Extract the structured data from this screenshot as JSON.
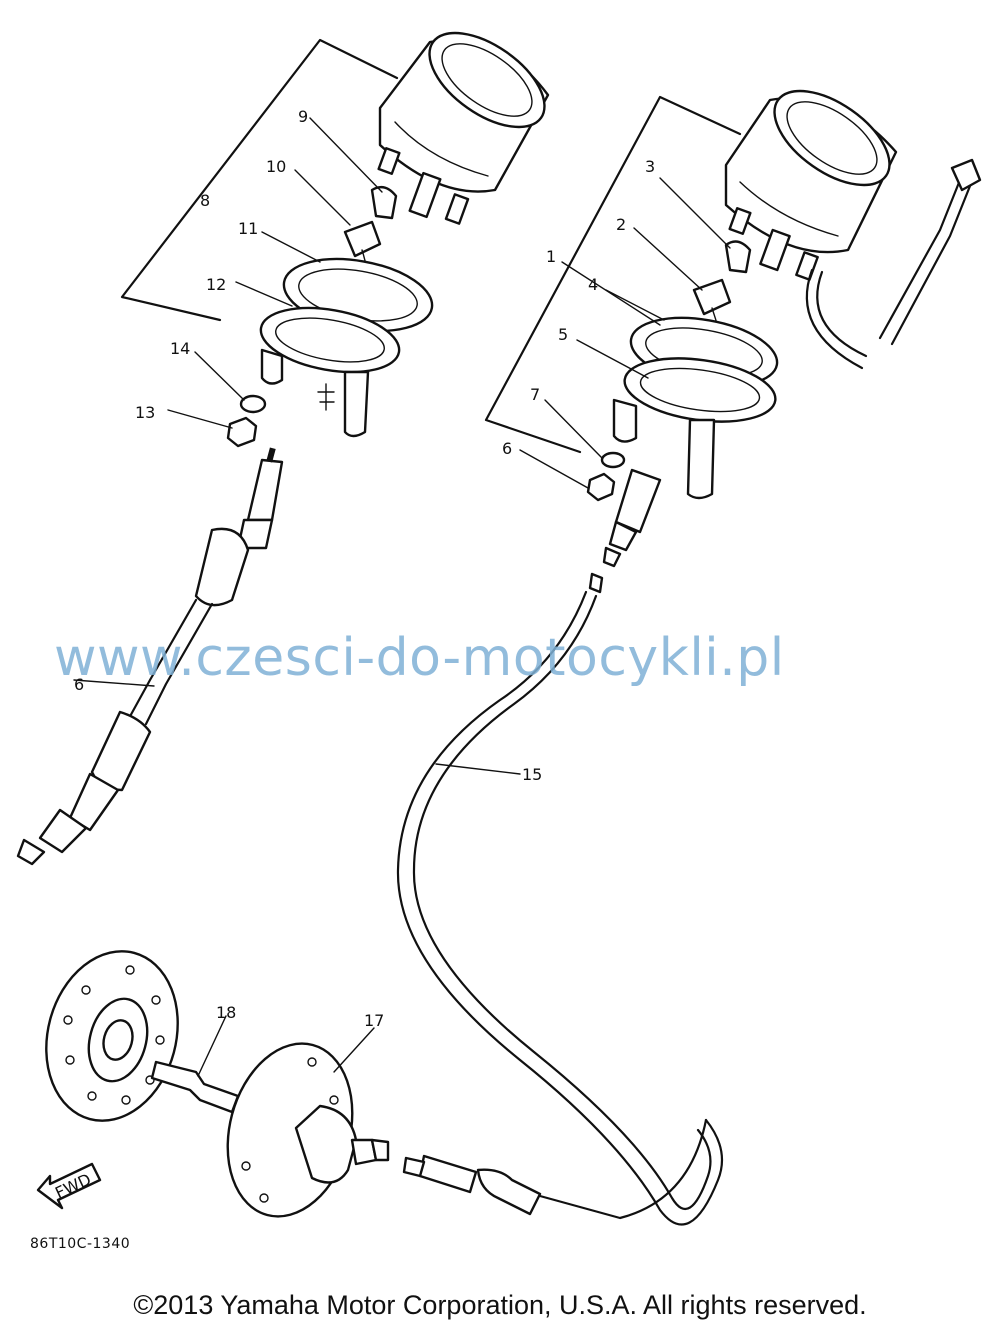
{
  "diagram": {
    "callouts": {
      "c1": "1",
      "c2": "2",
      "c3": "3",
      "c4": "4",
      "c5": "5",
      "c6": "6",
      "c7": "7",
      "c8": "8",
      "c9": "9",
      "c10": "10",
      "c11": "11",
      "c12": "12",
      "c13": "13",
      "c14": "14",
      "c6b": "6",
      "c15": "15",
      "c17": "17",
      "c18": "18"
    },
    "fwd_label": "FWD",
    "ref_code": "86T10C-1340"
  },
  "watermark": "www.czesci-do-motocykli.pl",
  "copyright": "©2013 Yamaha Motor Corporation, U.S.A. All rights reserved."
}
